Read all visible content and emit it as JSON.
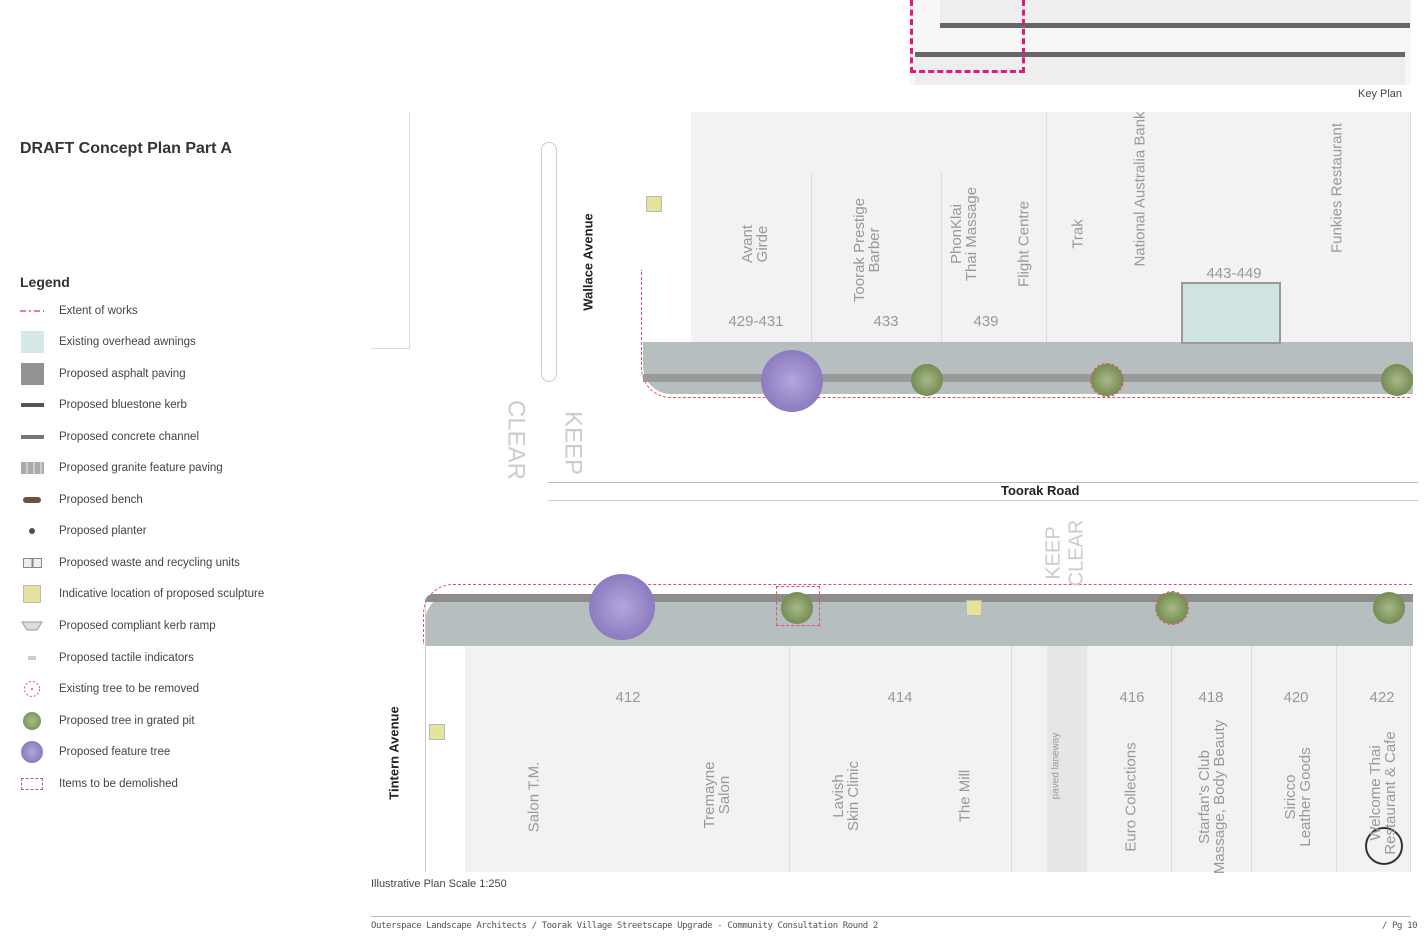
{
  "title": "DRAFT Concept Plan Part A",
  "key_plan_label": "Key Plan",
  "legend": {
    "title": "Legend",
    "items": [
      {
        "label": "Extent of works",
        "icon": "dash-dot-line-icon"
      },
      {
        "label": "Existing overhead awnings",
        "icon": "awning-swatch-icon"
      },
      {
        "label": "Proposed asphalt paving",
        "icon": "asphalt-swatch-icon"
      },
      {
        "label": "Proposed bluestone kerb",
        "icon": "kerb-line-icon"
      },
      {
        "label": "Proposed concrete channel",
        "icon": "channel-line-icon"
      },
      {
        "label": "Proposed granite feature paving",
        "icon": "granite-swatch-icon"
      },
      {
        "label": "Proposed bench",
        "icon": "bench-icon"
      },
      {
        "label": "Proposed planter",
        "icon": "planter-dot-icon"
      },
      {
        "label": "Proposed waste and recycling units",
        "icon": "bin-icon"
      },
      {
        "label": "Indicative location of proposed sculpture",
        "icon": "sculpture-icon"
      },
      {
        "label": "Proposed compliant kerb ramp",
        "icon": "kerb-ramp-icon"
      },
      {
        "label": "Proposed tactile indicators",
        "icon": "tactile-icon"
      },
      {
        "label": "Existing tree to be removed",
        "icon": "tree-removed-icon"
      },
      {
        "label": "Proposed tree in grated pit",
        "icon": "green-tree-icon"
      },
      {
        "label": "Proposed feature tree",
        "icon": "purple-tree-icon"
      },
      {
        "label": "Items to be demolished",
        "icon": "demolish-box-icon"
      }
    ]
  },
  "plan": {
    "streets": {
      "toorak": "Toorak Road",
      "wallace": "Wallace Avenue",
      "tintern": "Tintern Avenue"
    },
    "road_markings": [
      "KEEP",
      "CLEAR",
      "KEEP",
      "CLEAR"
    ],
    "north_shops": [
      {
        "number": "429-431",
        "name": "Avant\nGirde"
      },
      {
        "number": "433",
        "name": "Toorak Prestige\nBarber"
      },
      {
        "number": "439",
        "name": "PhonKlai\nThai Massage"
      },
      {
        "number": "",
        "name": "Flight Centre"
      },
      {
        "number": "",
        "name": "Trak"
      },
      {
        "number": "443-449",
        "name": "National Australia Bank"
      },
      {
        "number": "",
        "name": "Funkies Restaurant"
      }
    ],
    "south_shops": [
      {
        "number": "412",
        "name": "Salon T.M."
      },
      {
        "number": "",
        "name": "Tremayne\nSalon"
      },
      {
        "number": "414",
        "name": "Lavish\nSkin Clinic"
      },
      {
        "number": "",
        "name": "The Mill"
      },
      {
        "number": "",
        "name": "paved laneway"
      },
      {
        "number": "416",
        "name": "Euro Collections"
      },
      {
        "number": "418",
        "name": "Starfan's Club\nMassage, Body Beauty"
      },
      {
        "number": "420",
        "name": "Siricco\nLeather Goods"
      },
      {
        "number": "422",
        "name": "Welcome Thai\nRestaurant & Cafe"
      }
    ],
    "scale_caption": "Illustrative Plan Scale 1:250"
  },
  "footer": {
    "text": "Outerspace Landscape Architects / Toorak Village Streetscape Upgrade - Community Consultation Round 2",
    "page": "/ Pg 10"
  },
  "colors": {
    "extent": "#e8506a",
    "awning": "#cfe3e3",
    "paving": "#8a8f92",
    "feature_tree": "#8a78c0",
    "tree": "#6f8a4a",
    "keyplan_box": "#e0197d"
  }
}
